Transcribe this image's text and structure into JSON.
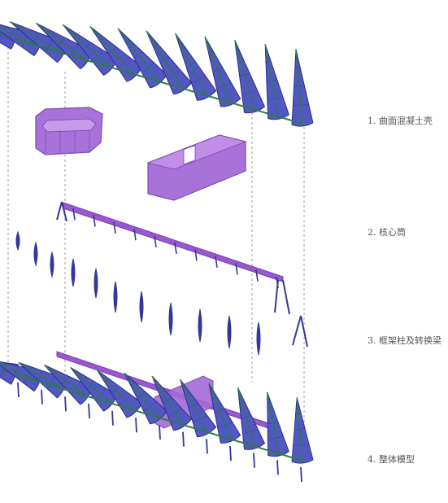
{
  "labels": {
    "layer1": "1. 曲面混凝土壳",
    "layer2": "2. 核心筒",
    "layer3": "3. 框架柱及转换梁",
    "layer4": "4. 整体模型"
  },
  "colors": {
    "shell_fill": "#5158c2",
    "shell_dark": "#2d2f86",
    "rib_green": "#2f7a4a",
    "core_fill": "#a46bd6",
    "core_edge": "#7a3fb3",
    "beam_fill": "#9a57cf",
    "column": "#34379a",
    "guide": "#888888"
  },
  "icons": [
    "shell-structure",
    "core-tube",
    "frame-column",
    "transfer-beam"
  ]
}
